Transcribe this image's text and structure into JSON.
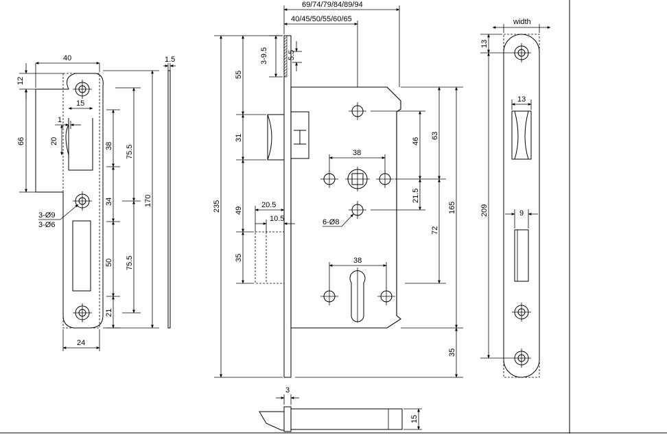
{
  "strike_plate": {
    "width": "40",
    "top_offset": "12",
    "thickness": "1.5",
    "hole_spacing_lower": "66",
    "slot_width": "15",
    "slot_offset": "1",
    "slot_height": "20",
    "dim_38": "38",
    "dim_34": "34",
    "dim_50": "50",
    "dim_21": "21",
    "dim_75_5_upper": "75.5",
    "dim_75_5_lower": "75.5",
    "total_height": "170",
    "holes_large": "3-Ø9",
    "holes_small": "3-Ø6",
    "bottom_width": "24"
  },
  "lock_body": {
    "backset_range": "69/74/79/84/89/94",
    "faceplate_range": "40/45/50/55/60/65",
    "dim_3_9_5": "3-9.5",
    "dim_5_5": "5.5",
    "dim_55": "55",
    "dim_31": "31",
    "dim_49": "49",
    "dim_35_left": "35",
    "total_height": "235",
    "latch_projection": "20.5",
    "latch_offset": "10.5",
    "holes_label": "6-Ø8",
    "spindle_spacing": "38",
    "cylinder_spacing": "38",
    "dim_46": "46",
    "dim_63": "63",
    "dim_21_5": "21.5",
    "dim_72": "72",
    "dim_165": "165",
    "dim_35_right": "35"
  },
  "bottom_view": {
    "dim_3": "3",
    "dim_15": "15"
  },
  "faceplate": {
    "width_label": "width",
    "top_offset": "13",
    "latch_width": "13",
    "bolt_width": "9",
    "total_height": "209"
  }
}
